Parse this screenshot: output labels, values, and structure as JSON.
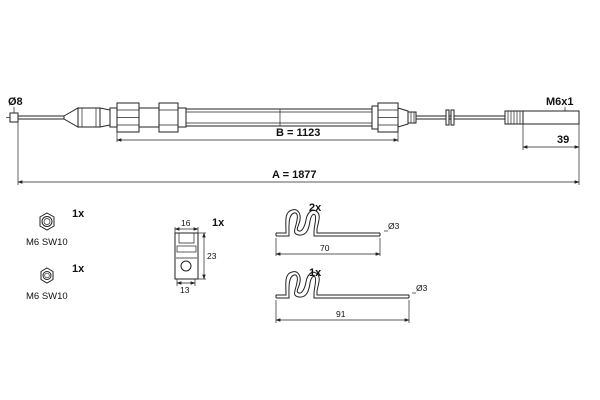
{
  "cable": {
    "end_left_label": "Ø8",
    "end_right_label": "M6x1",
    "dim_b_label": "B = 1123",
    "dim_a_label": "A = 1877",
    "dim_thread_label": "39"
  },
  "parts": {
    "nut_large": {
      "qty": "1x",
      "label": "M6 SW10"
    },
    "nut_small": {
      "qty": "1x",
      "label": "M6 SW10"
    },
    "clip": {
      "qty": "1x",
      "width": "16",
      "height": "23",
      "bottom": "13"
    },
    "spring_short": {
      "qty": "2x",
      "length": "70",
      "diameter": "Ø3"
    },
    "spring_long": {
      "qty": "1x",
      "length": "91",
      "diameter": "Ø3"
    }
  }
}
